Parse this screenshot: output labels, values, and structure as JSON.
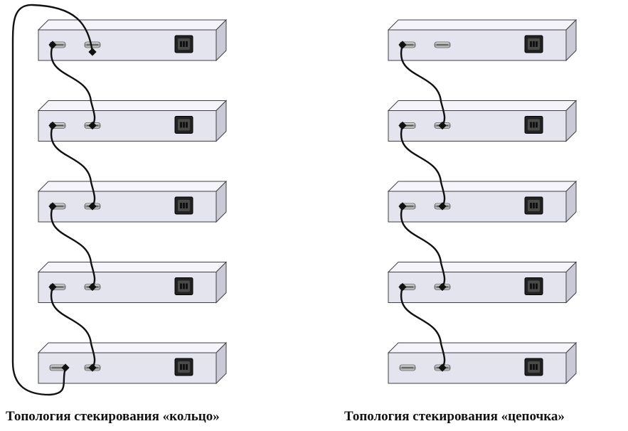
{
  "diagram": {
    "box_colors": {
      "front": "#e3e4ee",
      "top": "#f4f4fa",
      "side": "#c9cad6",
      "edge": "#404044"
    },
    "cable_color": "#111111",
    "ring_topology": {
      "caption": "Топология стекирования «кольцо»",
      "switch_count": 5,
      "wraparound_cable": true,
      "icons": [
        "stack-port-in-icon",
        "stack-port-out-icon",
        "power-socket-icon"
      ]
    },
    "chain_topology": {
      "caption": "Топология стекирования «цепочка»",
      "switch_count": 5,
      "wraparound_cable": false,
      "icons": [
        "stack-port-in-icon",
        "stack-port-out-icon",
        "power-socket-icon"
      ]
    }
  }
}
